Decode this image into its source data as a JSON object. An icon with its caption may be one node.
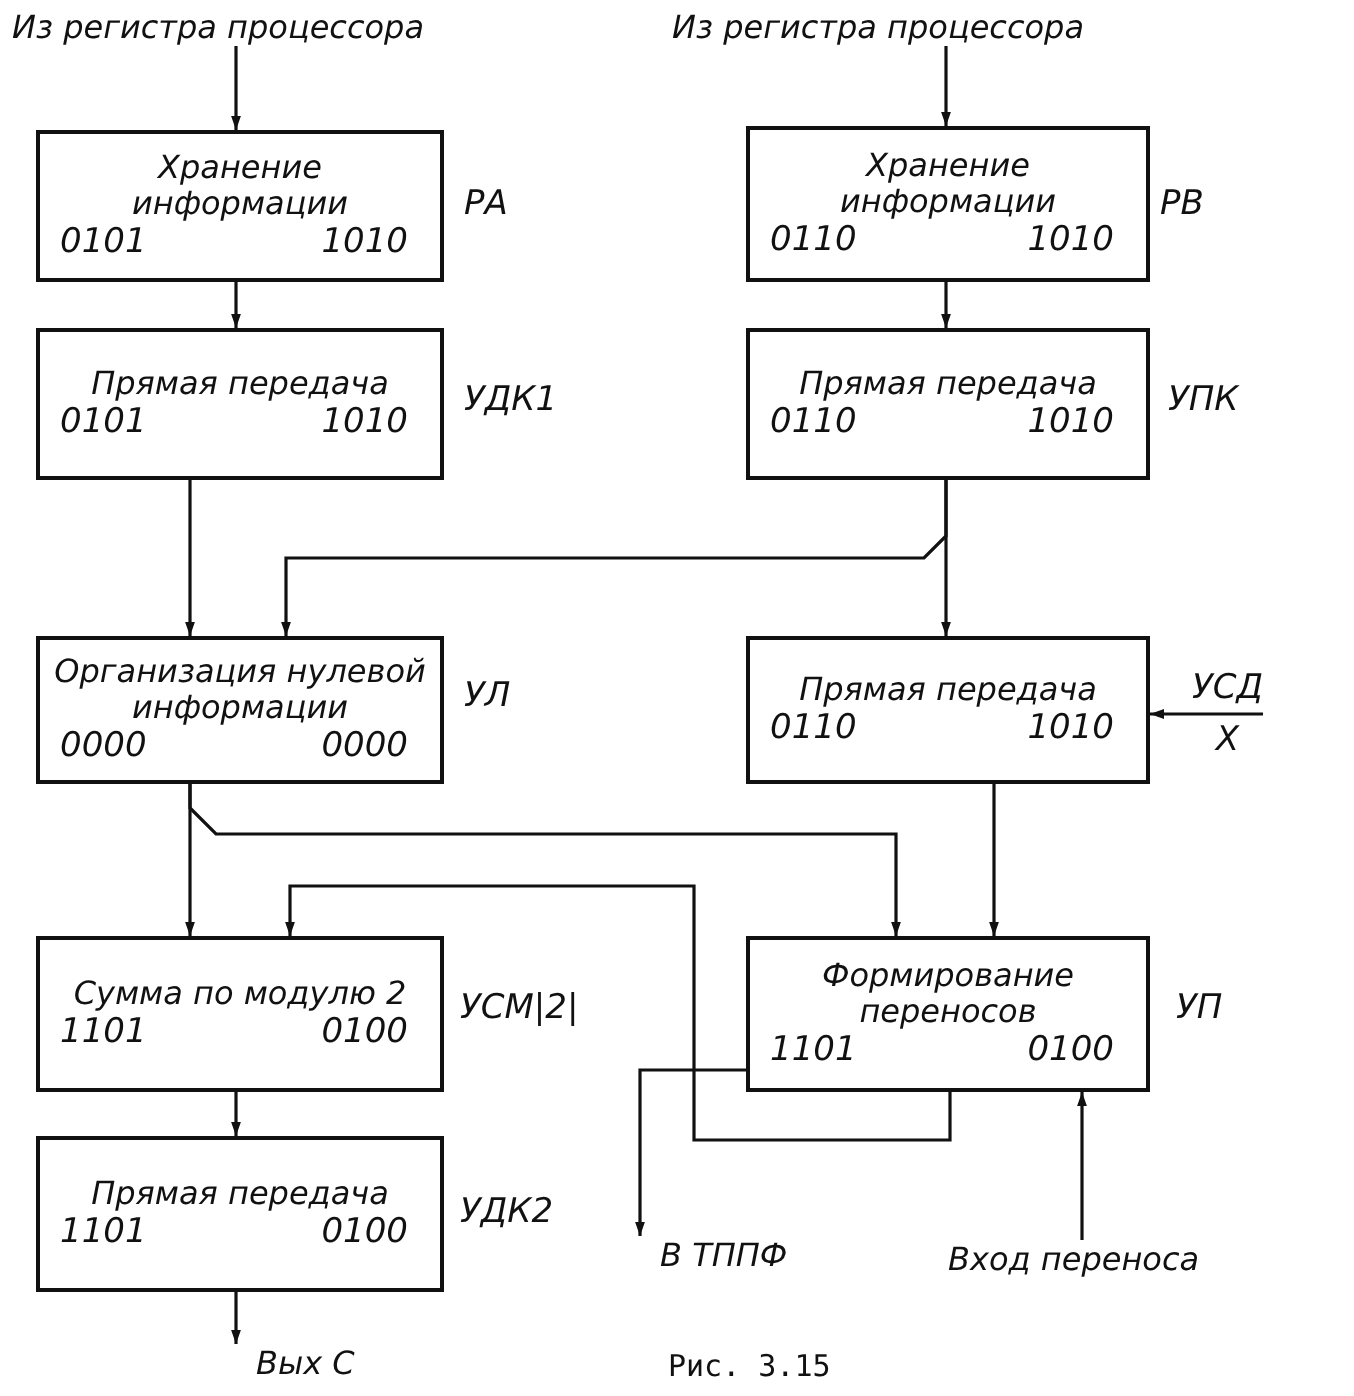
{
  "diagram": {
    "caption": "Рис. 3.15",
    "nodes": [
      {
        "text": [
          "Из регистра процессора"
        ]
      },
      {
        "text": [
          "Из регистра процессора"
        ]
      },
      {
        "text": [
          "Хранение информации",
          "0101",
          "1010"
        ],
        "beside": [
          "РА"
        ]
      },
      {
        "text": [
          "Хранение информации",
          "0110",
          "1010"
        ],
        "beside": [
          "РВ"
        ]
      },
      {
        "text": [
          "Прямая передача",
          "0101",
          "1010"
        ],
        "beside": [
          "УДК1"
        ]
      },
      {
        "text": [
          "Прямая передача",
          "0110",
          "1010"
        ],
        "beside": [
          "УПК"
        ]
      },
      {
        "text": [
          "Организация нулевой информации",
          "0000",
          "0000"
        ],
        "beside": [
          "УЛ"
        ]
      },
      {
        "text": [
          "Прямая передача",
          "0110",
          "1010"
        ]
      },
      {
        "text": [
          "Сумма по модулю 2",
          "1101",
          "0100"
        ],
        "beside": [
          "УСМ|2|"
        ]
      },
      {
        "text": [
          "Формирование переносов",
          "1101",
          "0100"
        ],
        "beside": [
          "УП"
        ]
      },
      {
        "text": [
          "Прямая передача",
          "1101",
          "0100"
        ],
        "beside": [
          "УДК2"
        ]
      },
      {
        "text": [
          "В ТППФ"
        ]
      },
      {
        "text": [
          "Вход переноса"
        ]
      },
      {
        "text": [
          "Вых С"
        ]
      },
      {
        "text": [
          "УСД",
          "X"
        ]
      }
    ],
    "edges": [
      {
        "from": 0,
        "to": 2,
        "arrow": "to"
      },
      {
        "from": 1,
        "to": 3,
        "arrow": "to"
      },
      {
        "from": 2,
        "to": 4,
        "arrow": "to"
      },
      {
        "from": 3,
        "to": 5,
        "arrow": "to"
      },
      {
        "from": 4,
        "to": 6,
        "arrow": "to"
      },
      {
        "from": 5,
        "to": 7,
        "arrow": "to"
      },
      {
        "from": 5,
        "to": 6,
        "arrow": "to"
      },
      {
        "from": 6,
        "to": 8,
        "arrow": "to"
      },
      {
        "from": 6,
        "to": 9,
        "arrow": "to"
      },
      {
        "from": 7,
        "to": 9,
        "arrow": "to"
      },
      {
        "from": 9,
        "to": 8,
        "arrow": "to"
      },
      {
        "from": 9,
        "to": 11,
        "arrow": "to"
      },
      {
        "from": 12,
        "to": 9,
        "arrow": "to"
      },
      {
        "from": 8,
        "to": 10,
        "arrow": "to"
      },
      {
        "from": 10,
        "to": 13,
        "arrow": "to"
      },
      {
        "from": 14,
        "to": 7,
        "arrow": "to"
      }
    ]
  }
}
